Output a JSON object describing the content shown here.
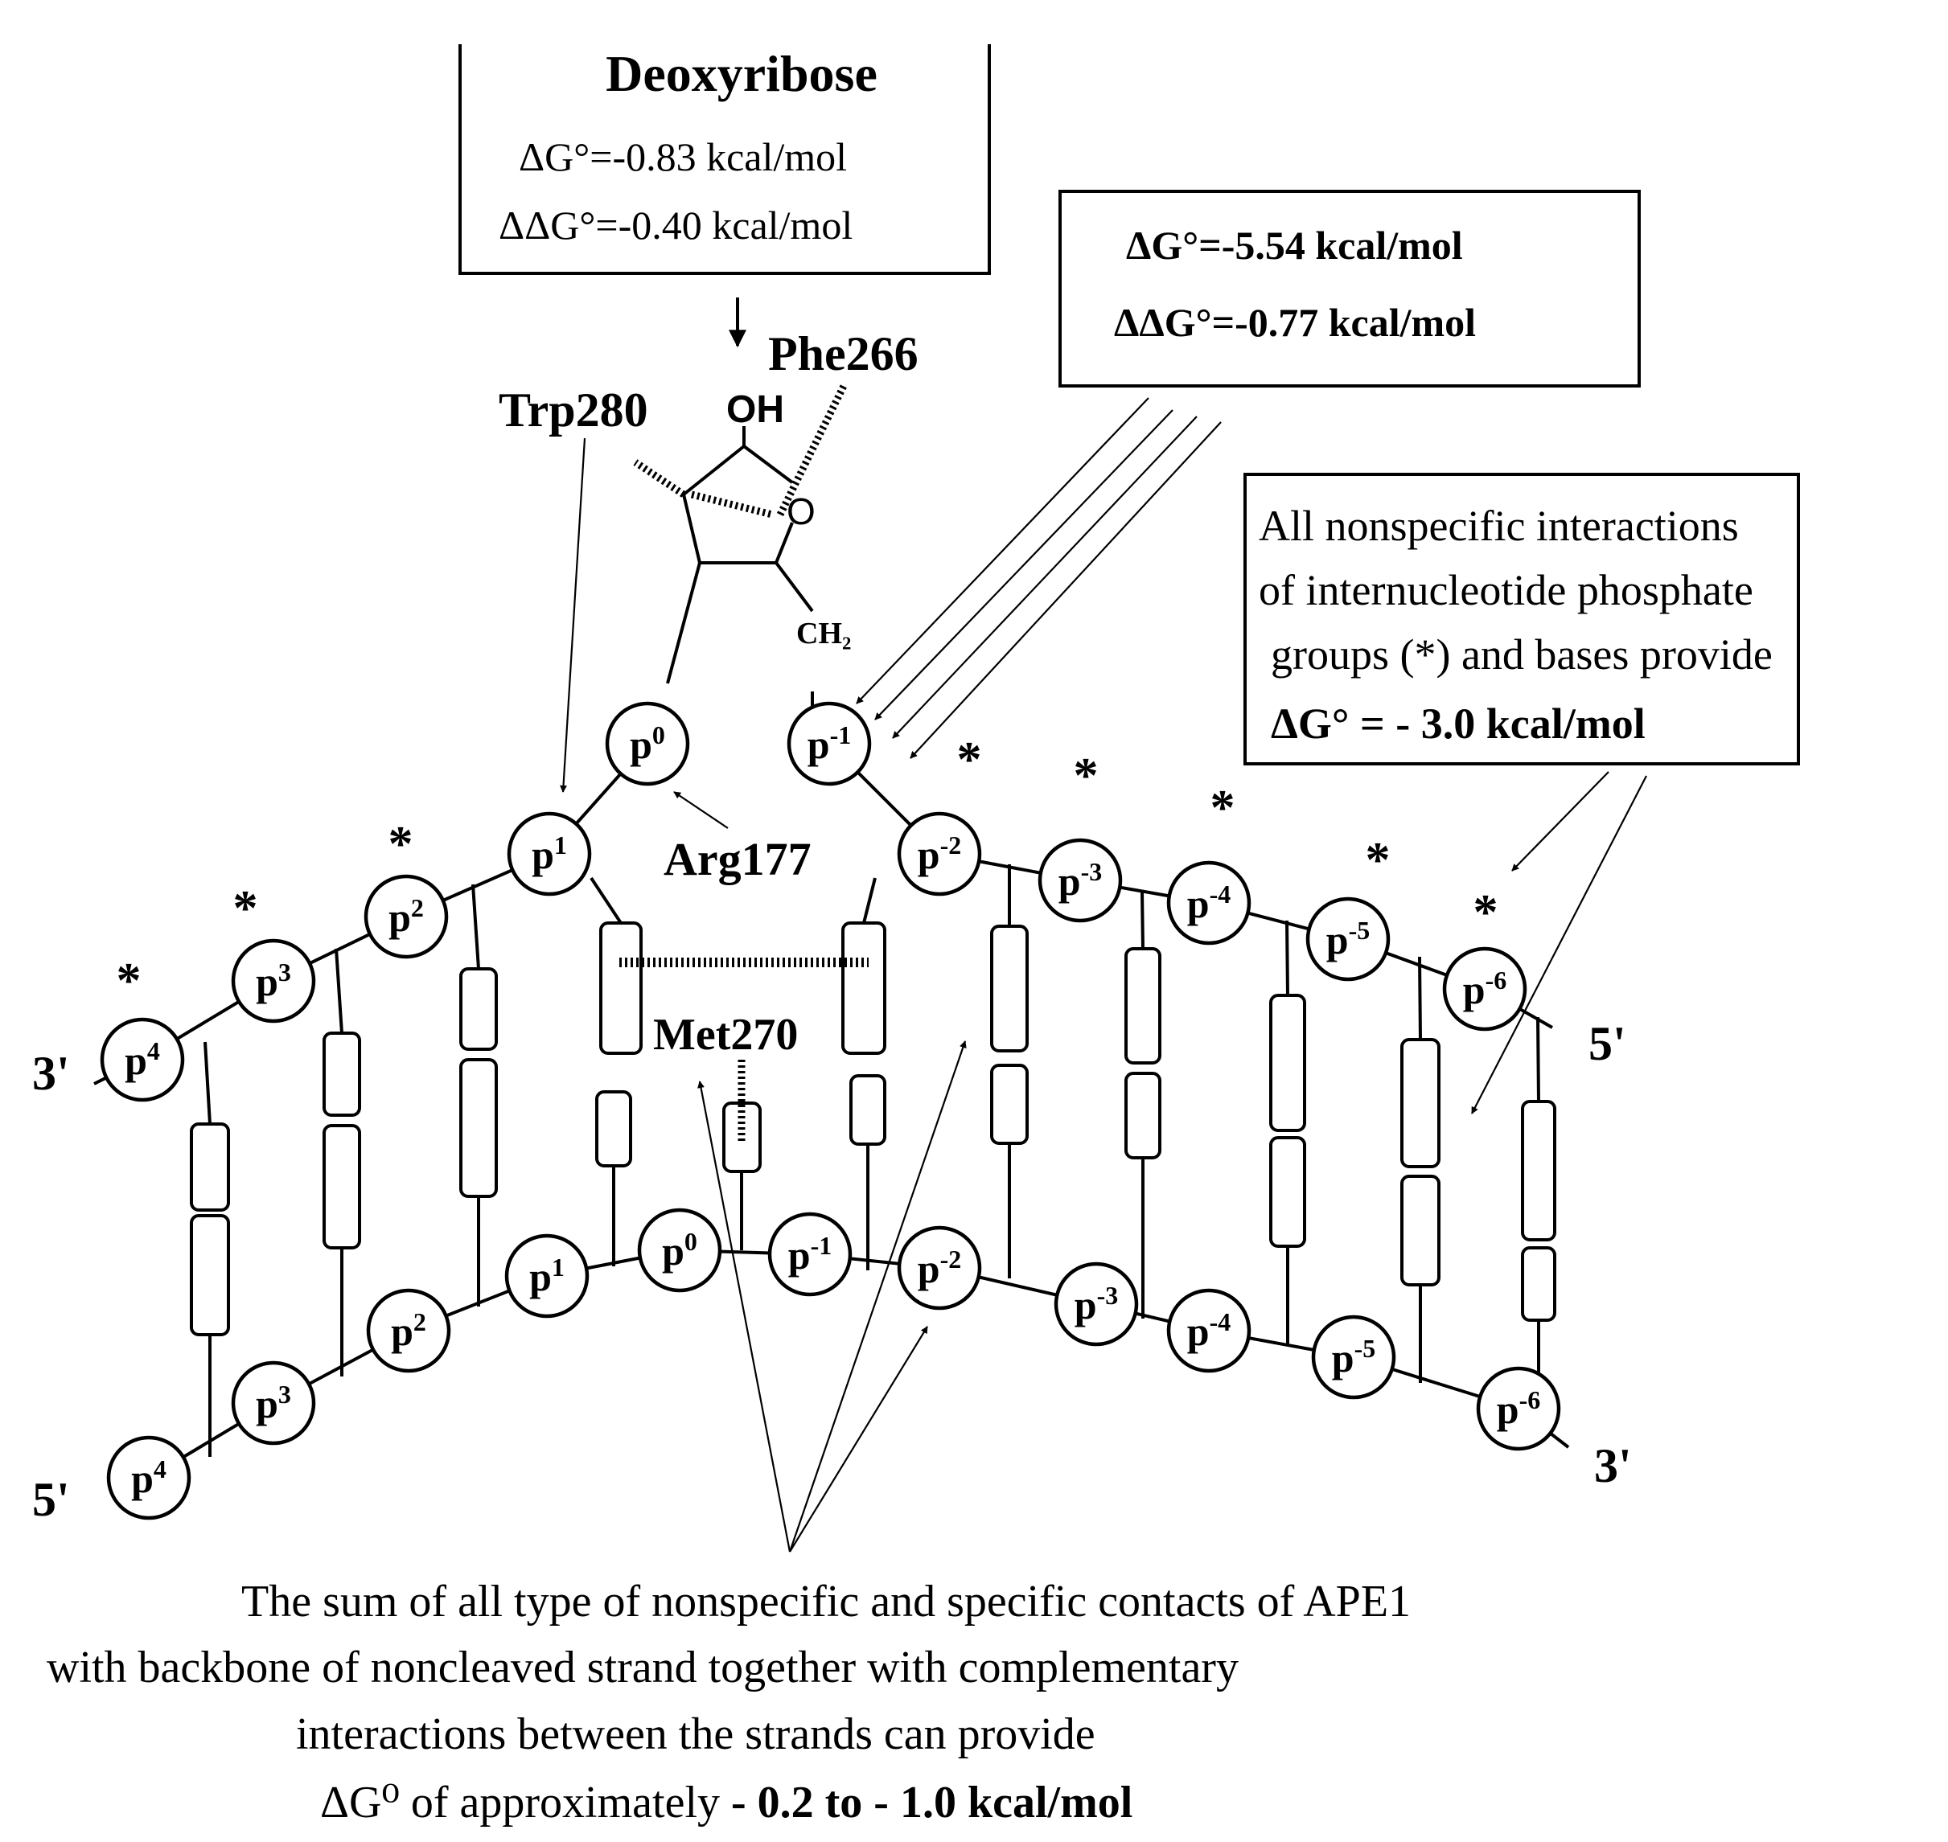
{
  "deoxyribose_box": {
    "title": "Deoxyribose",
    "dg": "ΔG°=-0.83 kcal/mol",
    "ddg": "ΔΔG°=-0.40 kcal/mol"
  },
  "p1_box": {
    "dg": "ΔG°=-5.54 kcal/mol",
    "ddg": "ΔΔG°=-0.77 kcal/mol"
  },
  "nonspecific_box": {
    "line1": "All nonspecific interactions",
    "line2": "of internucleotide phosphate",
    "line3": "groups (*) and bases  provide",
    "line4": "ΔG° = - 3.0 kcal/mol"
  },
  "residues": {
    "phe": "Phe266",
    "trp": "Trp280",
    "arg": "Arg177",
    "met": "Met270"
  },
  "sugar": {
    "oh": "OH",
    "o": "O",
    "ch2": "CH₂"
  },
  "ends": {
    "top_left": "3'",
    "top_right": "5'",
    "bottom_left": "5'",
    "bottom_right": "3'"
  },
  "asterisk": "*",
  "top_strand": {
    "nodes": [
      {
        "base": "p",
        "sup": "4"
      },
      {
        "base": "p",
        "sup": "3"
      },
      {
        "base": "p",
        "sup": "2"
      },
      {
        "base": "p",
        "sup": "1"
      },
      {
        "base": "p",
        "sup": "0"
      },
      {
        "base": "p",
        "sup": "-1"
      },
      {
        "base": "p",
        "sup": "-2"
      },
      {
        "base": "p",
        "sup": "-3"
      },
      {
        "base": "p",
        "sup": "-4"
      },
      {
        "base": "p",
        "sup": "-5"
      },
      {
        "base": "p",
        "sup": "-6"
      }
    ]
  },
  "bottom_strand": {
    "nodes": [
      {
        "base": "p",
        "sup": "4"
      },
      {
        "base": "p",
        "sup": "3"
      },
      {
        "base": "p",
        "sup": "2"
      },
      {
        "base": "p",
        "sup": "1"
      },
      {
        "base": "p",
        "sup": "0"
      },
      {
        "base": "p",
        "sup": "-1"
      },
      {
        "base": "p",
        "sup": "-2"
      },
      {
        "base": "p",
        "sup": "-3"
      },
      {
        "base": "p",
        "sup": "-4"
      },
      {
        "base": "p",
        "sup": "-5"
      },
      {
        "base": "p",
        "sup": "-6"
      }
    ]
  },
  "caption": {
    "line1": "The sum of all type of  nonspecific and specific contacts of APE1",
    "line2": "with  backbone of noncleaved strand together with complementary",
    "line3": "interactions between the strands can provide",
    "line4_prefix": "ΔG⁰  of approximately ",
    "line4_value": " - 0.2 to - 1.0 kcal/mol"
  }
}
